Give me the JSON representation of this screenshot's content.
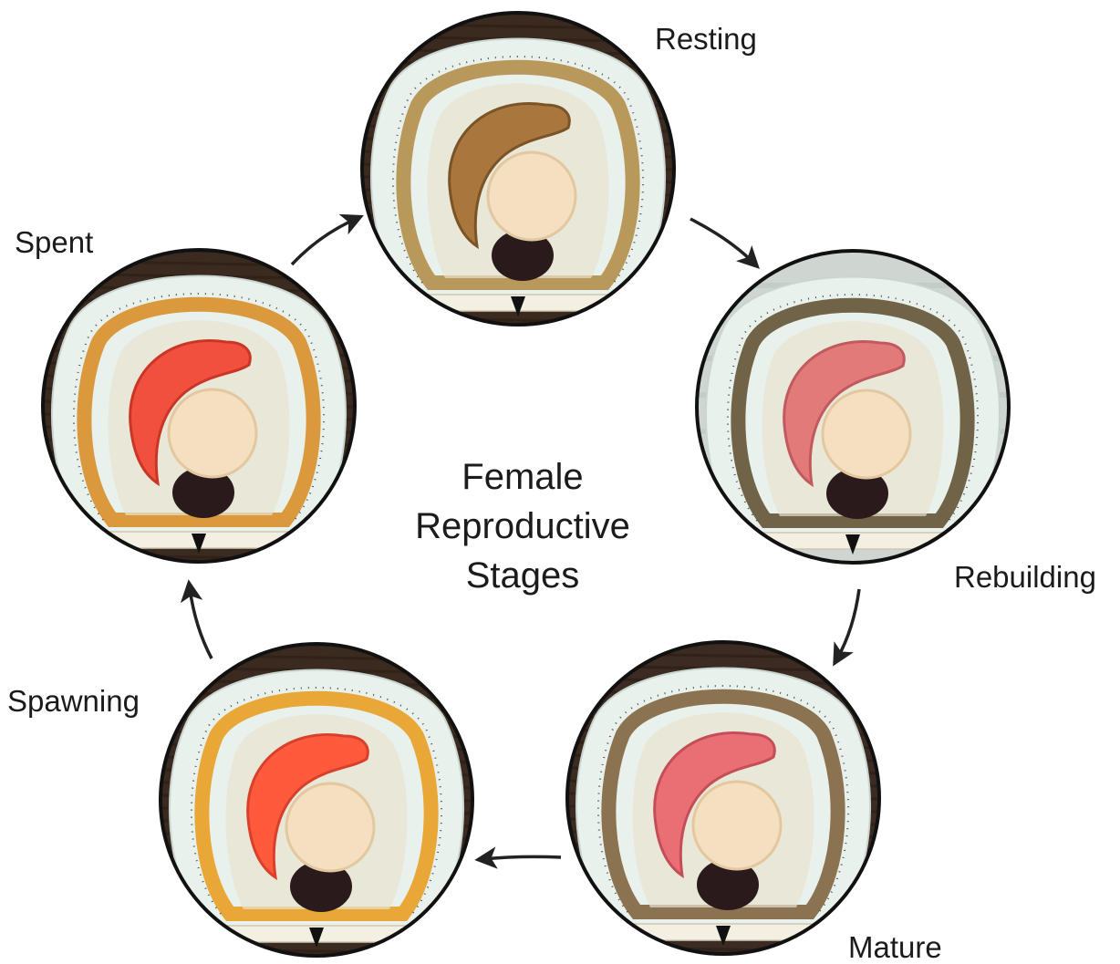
{
  "diagram": {
    "title_lines": [
      "Female",
      "Reproductive",
      "Stages"
    ],
    "stages": [
      {
        "id": "resting",
        "label": "Resting",
        "gonad_color": "#a9773e",
        "gonad_shade": "#7a5426",
        "wood": "#3a2a20",
        "mantle": "#b08a42",
        "backdrop": "wood"
      },
      {
        "id": "rebuilding",
        "label": "Rebuilding",
        "gonad_color": "#e27a7a",
        "gonad_shade": "#c05a5e",
        "wood": "#cfd6d2",
        "mantle": "#5a4a2a",
        "backdrop": "light"
      },
      {
        "id": "mature",
        "label": "Mature",
        "gonad_color": "#ea6f75",
        "gonad_shade": "#c44e58",
        "wood": "#3b2b22",
        "mantle": "#7a5c36",
        "backdrop": "wood"
      },
      {
        "id": "spawning",
        "label": "Spawning",
        "gonad_color": "#ff5a3c",
        "gonad_shade": "#d8402a",
        "wood": "#3a2a20",
        "mantle": "#e99a18",
        "backdrop": "wood"
      },
      {
        "id": "spent",
        "label": "Spent",
        "gonad_color": "#f2503e",
        "gonad_shade": "#c93626",
        "wood": "#3a2a20",
        "mantle": "#d7891e",
        "backdrop": "wood"
      }
    ],
    "cycle_order": [
      "resting",
      "rebuilding",
      "mature",
      "spawning",
      "spent"
    ],
    "colors": {
      "shell": "#e8f1ec",
      "muscle": "#f4e0c0",
      "muscle_shade": "#e3c79f",
      "digestive": "#2a1a1c",
      "arrow": "#222222",
      "ring": "#111111"
    }
  }
}
